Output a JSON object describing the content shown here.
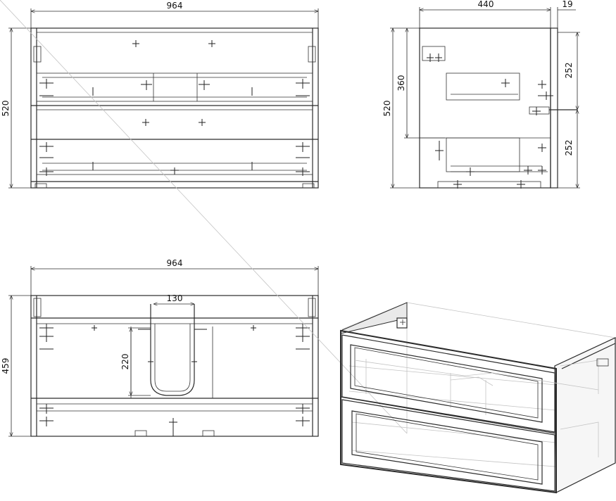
{
  "drawing": {
    "front_view": {
      "width_label": "964",
      "height_label": "520"
    },
    "side_view": {
      "depth_label": "440",
      "panel_label": "19",
      "height_label": "520",
      "upper_label": "360",
      "drawer_top_label": "252",
      "drawer_bottom_label": "252"
    },
    "top_view": {
      "width_label": "964",
      "depth_label": "459",
      "cutout_width_label": "130",
      "cutout_depth_label": "220"
    },
    "iso_view": {}
  },
  "colors": {
    "line": "#2b2b2b",
    "background": "#ffffff",
    "ghost": "#c4c4c4"
  }
}
